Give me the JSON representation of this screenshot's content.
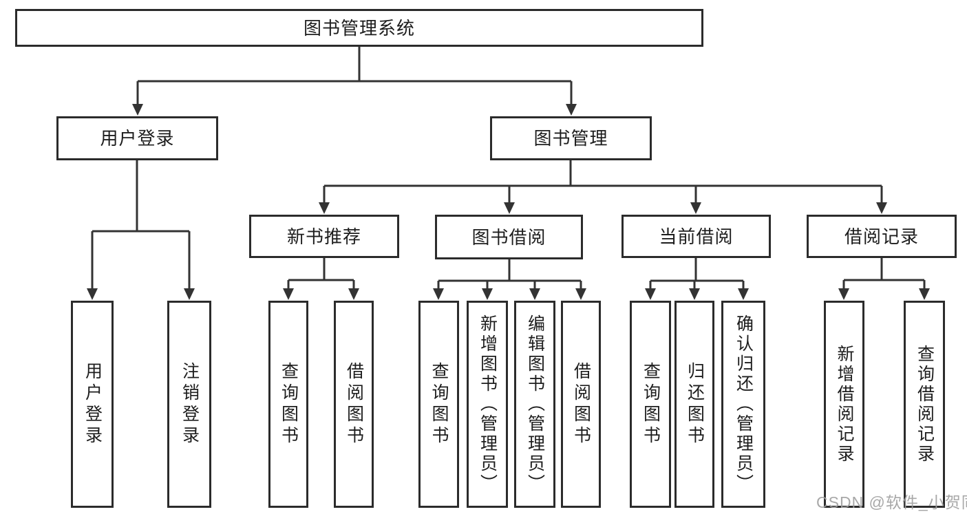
{
  "diagram": {
    "root": {
      "label": "图书管理系统"
    },
    "level2": [
      {
        "label": "用户登录",
        "children": [
          "用户登录",
          "注销登录"
        ]
      },
      {
        "label": "图书管理",
        "sections": [
          {
            "label": "新书推荐",
            "children": [
              "查询图书",
              "借阅图书"
            ]
          },
          {
            "label": "图书借阅",
            "children": [
              "查询图书",
              "新增图书（管理员）",
              "编辑图书（管理员）",
              "借阅图书"
            ]
          },
          {
            "label": "当前借阅",
            "children": [
              "查询图书",
              "归还图书",
              "确认归还（管理员）"
            ]
          },
          {
            "label": "借阅记录",
            "children": [
              "新增借阅记录",
              "查询借阅记录"
            ]
          }
        ]
      }
    ]
  },
  "colors": {
    "line": "#333333",
    "box_border": "#2b2b2b",
    "text": "#1d1d1d",
    "watermark": "#9e9e9e"
  },
  "watermark": {
    "text": "CSDN @软件_小贺同学"
  }
}
